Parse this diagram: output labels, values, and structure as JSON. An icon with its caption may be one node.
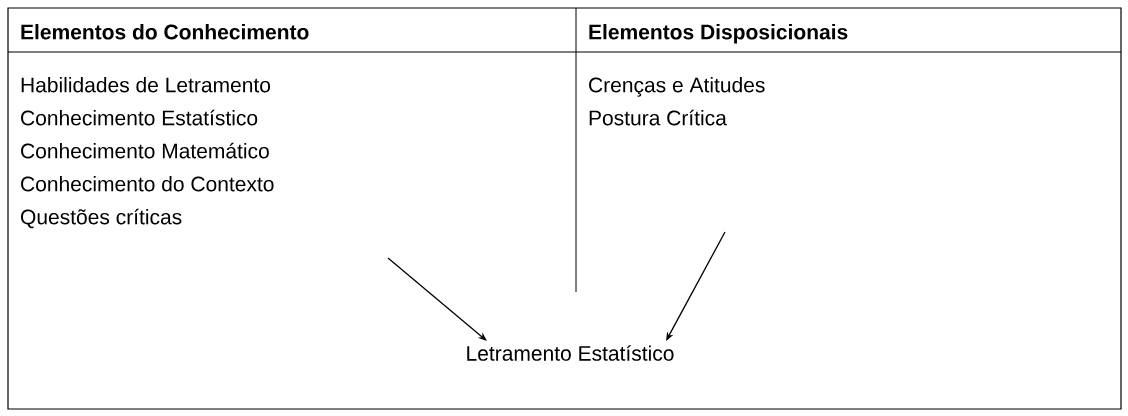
{
  "diagram": {
    "nodes": [
      {
        "text": [
          "Elementos do Conhecimento",
          "Habilidades de Letramento",
          "Conhecimento Estatístico",
          "Conhecimento Matemático",
          "Conhecimento do Contexto",
          "Questões críticas"
        ]
      },
      {
        "text": [
          "Elementos Disposicionais",
          "Crenças e Atitudes",
          "Postura Crítica"
        ]
      },
      {
        "text": [
          "Letramento Estatístico"
        ]
      }
    ],
    "edges": [
      {
        "from": 0,
        "to": 2,
        "arrow": "to"
      },
      {
        "from": 1,
        "to": 2,
        "arrow": "to"
      }
    ]
  }
}
